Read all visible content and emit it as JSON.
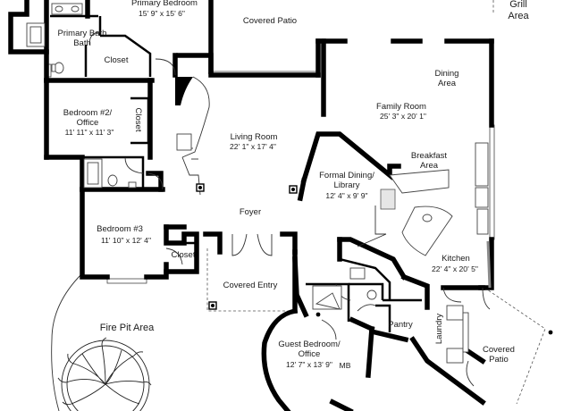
{
  "rooms": [
    {
      "name": "Primary Bedroom",
      "dims": "15' 9\" x 15' 6\""
    },
    {
      "name": "Primary Bath",
      "name_line2": "Bath"
    },
    {
      "name": "Closet"
    },
    {
      "name": "Bedroom #2/",
      "name_line2": "Office",
      "dims": "11' 11\" x 11' 3\""
    },
    {
      "name": "Closet"
    },
    {
      "name": "Covered Patio"
    },
    {
      "name": "Living Room",
      "dims": "22' 1\" x 17' 4\""
    },
    {
      "name": "Family Room",
      "dims": "25' 3\" x 20' 1\""
    },
    {
      "name": "Dining",
      "name_line2": "Area"
    },
    {
      "name": "Breakfast",
      "name_line2": "Area"
    },
    {
      "name": "Formal Dining/",
      "name_line2": "Library",
      "dims": "12' 4\" x 9' 9\""
    },
    {
      "name": "Foyer"
    },
    {
      "name": "Bedroom #3",
      "dims": "11' 10\" x 12' 4\""
    },
    {
      "name": "Closet"
    },
    {
      "name": "Covered Entry"
    },
    {
      "name": "Kitchen",
      "dims": "22' 4\" x 20' 5\""
    },
    {
      "name": "Pantry"
    },
    {
      "name": "Laundry"
    },
    {
      "name": "Guest Bedroom/",
      "name_line2": "Office",
      "dims": "12' 7\" x 13' 9\""
    },
    {
      "name": "MB"
    },
    {
      "name": "Covered",
      "name_line2": "Patio"
    },
    {
      "name": "Fire Pit Area"
    },
    {
      "name": "Grill",
      "name_line2": "Area"
    }
  ]
}
